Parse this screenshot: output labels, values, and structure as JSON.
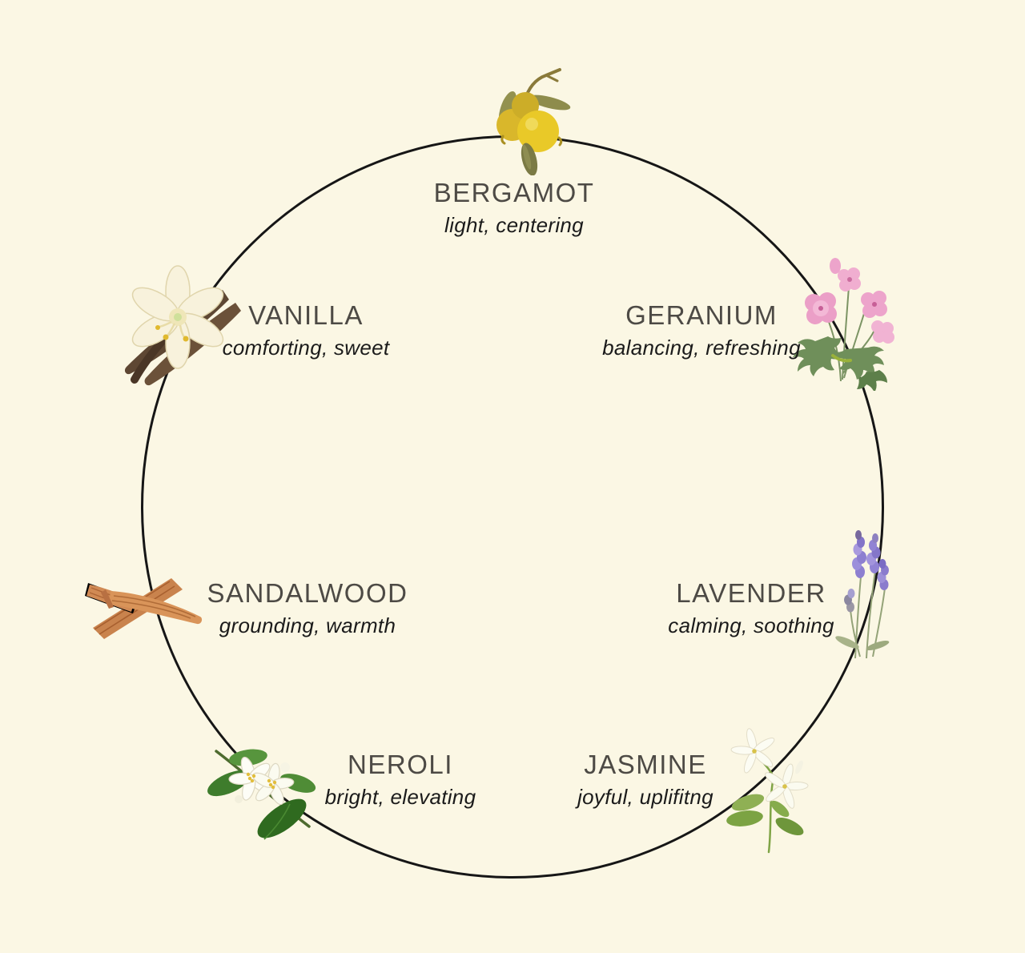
{
  "palette": {
    "background": "#fbf7e4",
    "circle_line": "#161616",
    "note_title": "#4d4a45",
    "note_traits": "#1b1b1b"
  },
  "notes": [
    {
      "id": "bergamot",
      "name": "BERGAMOT",
      "traits": "light, centering",
      "icon": "bergamot-citrus-illustration"
    },
    {
      "id": "vanilla",
      "name": "VANILLA",
      "traits": "comforting, sweet",
      "icon": "vanilla-flower-pods-illustration"
    },
    {
      "id": "geranium",
      "name": "GERANIUM",
      "traits": "balancing, refreshing",
      "icon": "geranium-flowers-illustration"
    },
    {
      "id": "sandalwood",
      "name": "SANDALWOOD",
      "traits": "grounding, warmth",
      "icon": "sandalwood-sticks-illustration"
    },
    {
      "id": "lavender",
      "name": "LAVENDER",
      "traits": "calming, soothing",
      "icon": "lavender-sprigs-illustration"
    },
    {
      "id": "neroli",
      "name": "NEROLI",
      "traits": "bright, elevating",
      "icon": "neroli-blossom-illustration"
    },
    {
      "id": "jasmine",
      "name": "JASMINE",
      "traits": "joyful, uplifitng",
      "icon": "jasmine-flowers-illustration"
    }
  ]
}
